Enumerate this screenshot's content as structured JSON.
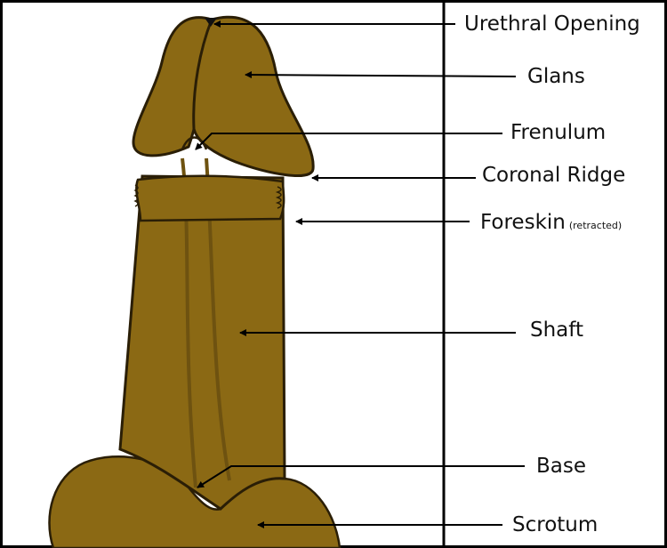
{
  "diagram": {
    "colors": {
      "skin": "#8b6914",
      "skin_shade": "#6e5210",
      "outline": "#2a1e06",
      "frame": "#000000",
      "background": "#ffffff"
    },
    "labels": {
      "urethral_opening": "Urethral Opening",
      "glans": "Glans",
      "frenulum": "Frenulum",
      "coronal_ridge": "Coronal Ridge",
      "foreskin": "Foreskin",
      "foreskin_note": "(retracted)",
      "shaft": "Shaft",
      "base": "Base",
      "scrotum": "Scrotum"
    }
  }
}
